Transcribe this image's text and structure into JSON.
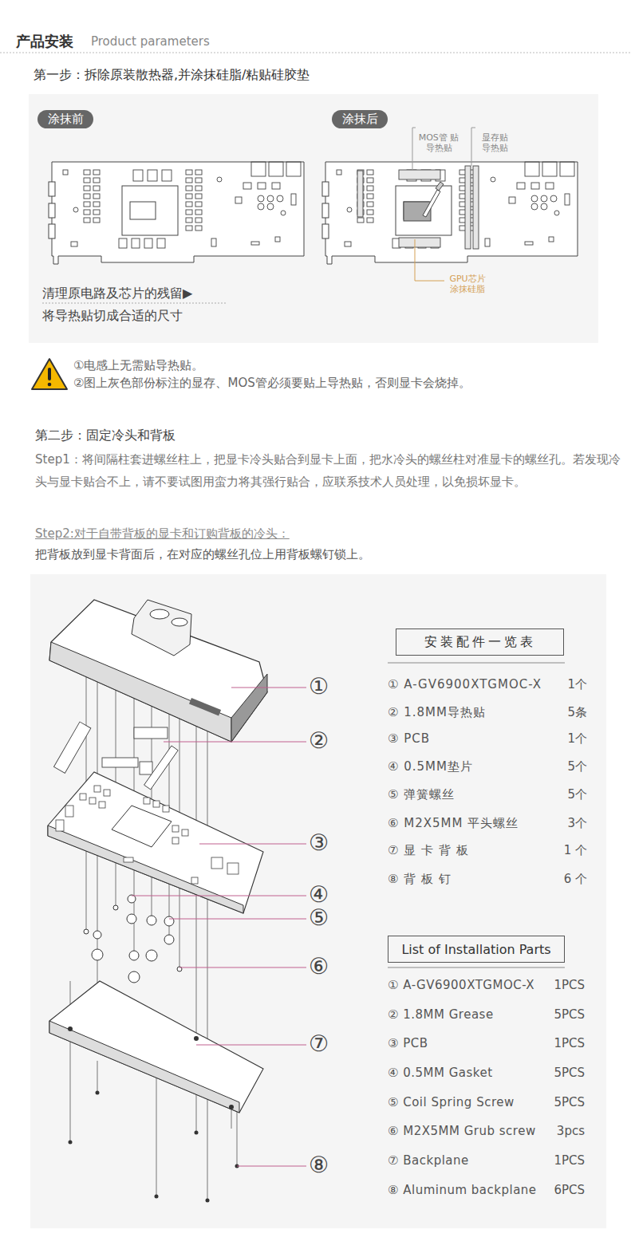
{
  "diagram": {
    "title": "产品安装",
    "nodes": [
      {
        "text": [
          "涂抹前"
        ]
      },
      {
        "text": [
          "涂抹后"
        ]
      },
      {
        "text": [
          "安装配件一览表"
        ]
      },
      {
        "text": [
          "List of Installation Parts"
        ]
      }
    ],
    "labels": [
      "Product parameters",
      "第一步：拆除原装散热器,并涂抹硅脂/粘贴硅胶垫",
      "MOS管 贴导热贴",
      "显存贴 导热贴",
      "GPU芯片 涂抹硅脂",
      "清理原电路及芯片的残留▶",
      "将导热贴切成合适的尺寸",
      "①电感上无需贴导热贴。",
      "②图上灰色部份标注的显存、MOS管必须要贴上导热贴，否则显卡会烧掉。",
      "第二步：固定冷头和背板",
      "Step1：将间隔柱套进螺丝柱上，把显卡冷头贴合到显卡上面，把水冷头的螺丝柱对准显卡的螺丝孔。若发现冷头与显卡贴合不上，请不要试图用蛮力将其强行贴合，应联系技术人员处理，以免损坏显卡。",
      "Step2:对于自带背板的显卡和订购背板的冷头：",
      "把背板放到显卡背面后，在对应的螺丝孔位上用背板螺钉锁上。",
      "①",
      "②",
      "③",
      "④",
      "⑤",
      "⑥",
      "⑦",
      "⑧",
      "① A-GV6900XTGMOC-X",
      "1个",
      "② 1.8MM导热贴",
      "5条",
      "③ PCB",
      "1个",
      "④ 0.5MM垫片",
      "5个",
      "⑤ 弹簧螺丝",
      "5个",
      "⑥ M2X5MM 平头螺丝",
      "3个",
      "⑦ 显 卡 背 板",
      "1 个",
      "⑧ 背 板 钉",
      "6 个",
      "① A-GV6900XTGMOC-X",
      "1PCS",
      "② 1.8MM Grease",
      "5PCS",
      "③ PCB",
      "1PCS",
      "④ 0.5MM Gasket",
      "5PCS",
      "⑤ Coil Spring Screw",
      "5PCS",
      "⑥ M2X5MM Grub screw",
      "3pcs",
      "⑦ Backplane",
      "1PCS",
      "⑧ Aluminum backplane",
      "6PCS"
    ]
  }
}
